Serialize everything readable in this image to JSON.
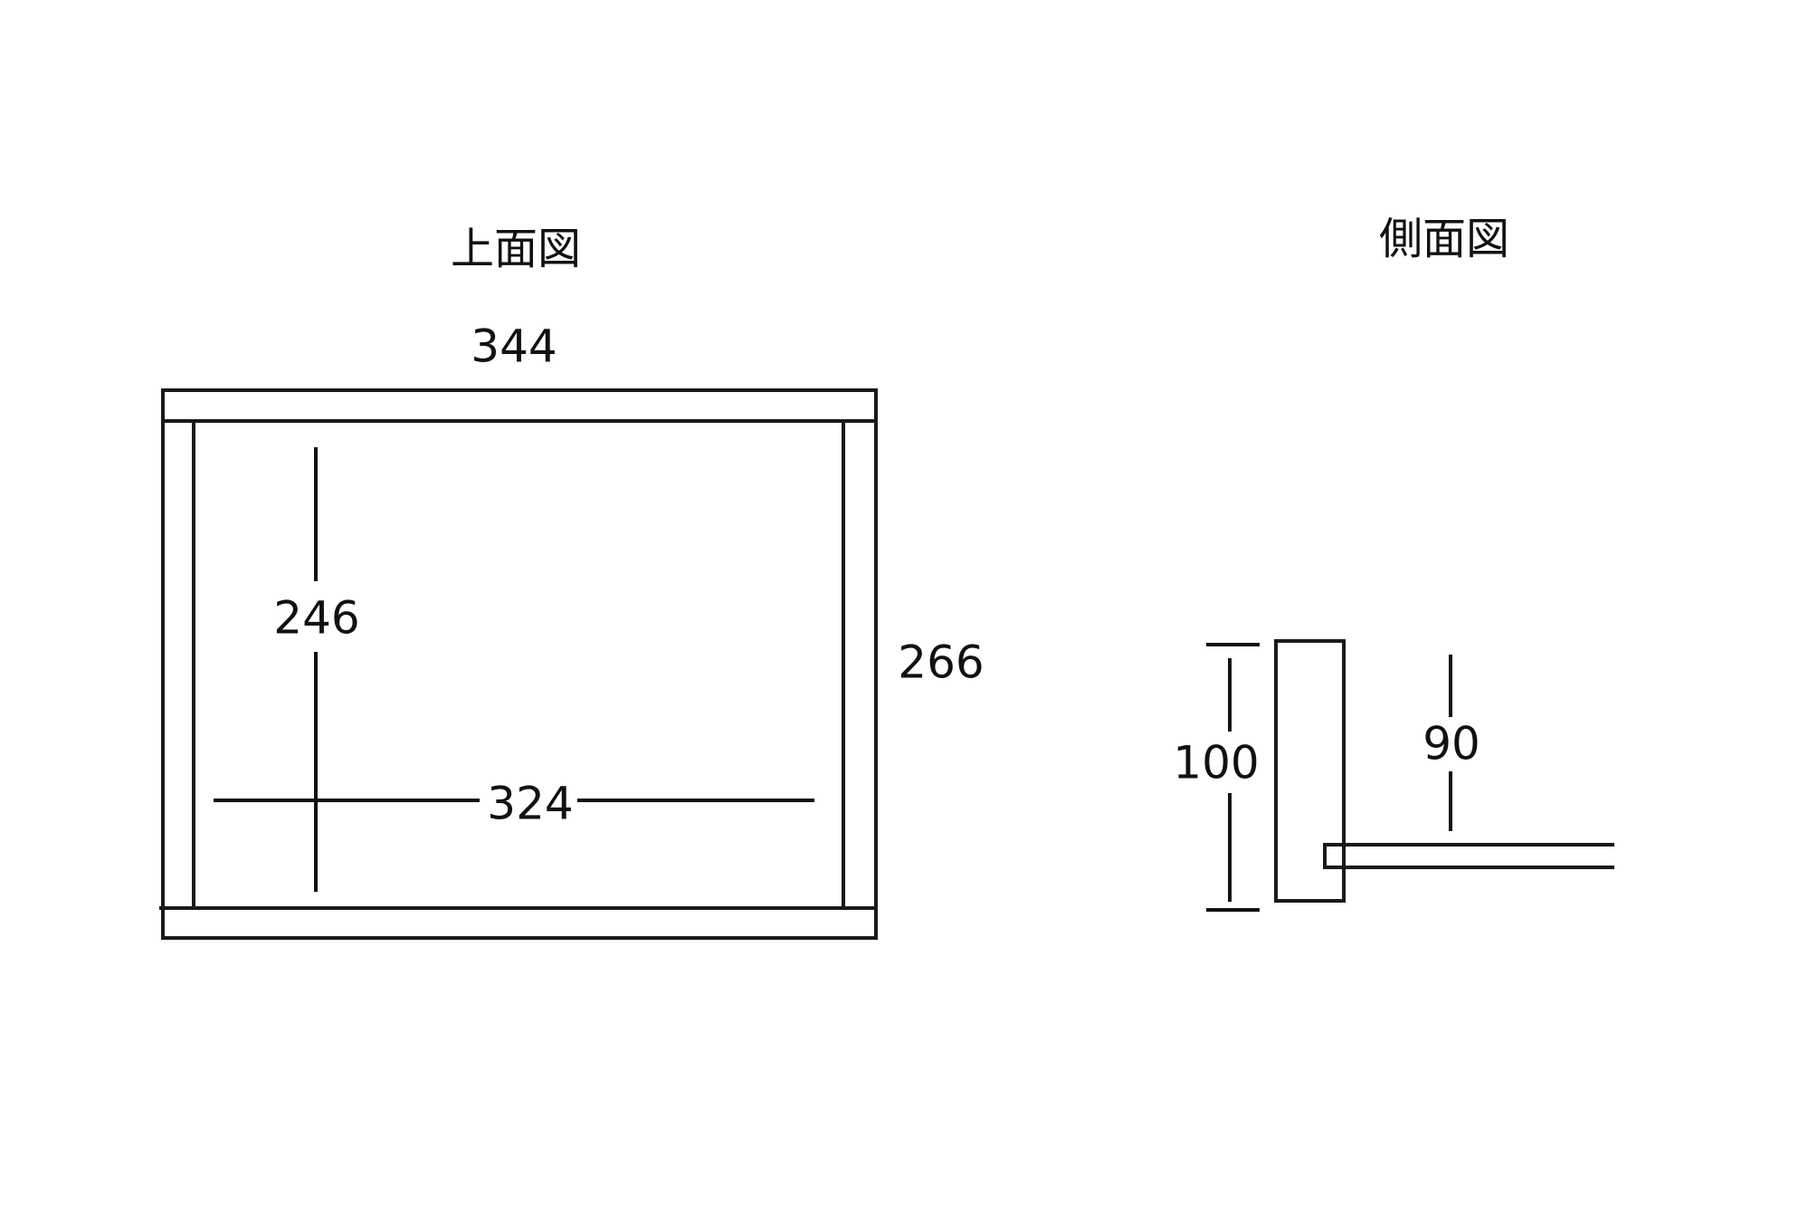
{
  "top_view": {
    "title": "上面図",
    "dimensions": {
      "outer_width": "344",
      "outer_depth": "266",
      "inner_depth": "246",
      "inner_width": "324"
    }
  },
  "side_view": {
    "title": "側面図",
    "dimensions": {
      "height": "100",
      "thickness": "90"
    }
  }
}
